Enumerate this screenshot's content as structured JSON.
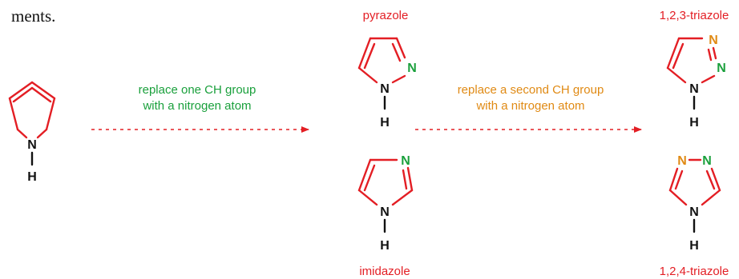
{
  "intro_fragment": "ments.",
  "step1_caption": [
    "replace one CH group",
    "with a nitrogen atom"
  ],
  "step2_caption": [
    "replace a second CH group",
    "with a nitrogen atom"
  ],
  "molecules": {
    "pyrazole": "pyrazole",
    "imidazole": "imidazole",
    "triazole_123": "1,2,3-triazole",
    "triazole_124": "1,2,4-triazole"
  },
  "atoms": {
    "N": "N",
    "H": "H"
  },
  "colors": {
    "bond": "#e31e24",
    "label_red": "#e31e24",
    "caption_green": "#1aa03c",
    "caption_orange": "#e08a14",
    "n_green": "#1aa03c",
    "n_orange": "#e08a14",
    "atom_black": "#111111"
  }
}
